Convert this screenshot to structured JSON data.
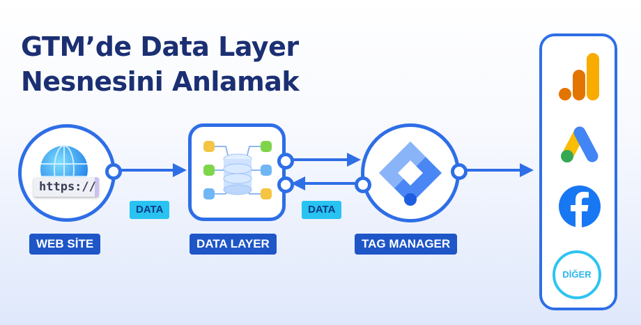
{
  "title": {
    "line1": "GTM’de Data Layer",
    "line2": "Nesnesini Anlamak"
  },
  "nodes": {
    "web": {
      "label": "WEB SİTE",
      "url_text": "https://"
    },
    "data_layer": {
      "label": "DATA LAYER"
    },
    "tag_manager": {
      "label": "TAG MANAGER"
    }
  },
  "data_badges": [
    "DATA",
    "DATA"
  ],
  "platforms": [
    {
      "icon": "google-analytics-icon"
    },
    {
      "icon": "google-ads-icon"
    },
    {
      "icon": "facebook-icon"
    },
    {
      "label": "DİĞER"
    }
  ],
  "colors": {
    "title": "#1b2f73",
    "primary_blue": "#2e6ee6",
    "label_bg": "#1e56c8",
    "data_badge": "#28c3f0"
  }
}
